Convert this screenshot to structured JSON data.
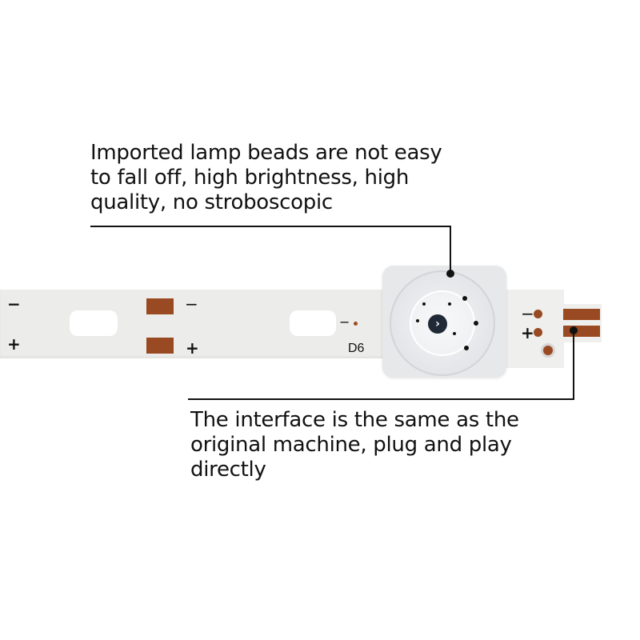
{
  "annotations": {
    "top": {
      "text_lines": [
        "Imported lamp beads are not easy",
        "to fall off, high brightness, high",
        "quality, no stroboscopic"
      ]
    },
    "bottom": {
      "text_lines": [
        "The interface is the same as the",
        "original machine, plug and play",
        "directly"
      ]
    }
  },
  "strip": {
    "markings": {
      "minus": "−",
      "plus": "+",
      "led_label": "D6"
    },
    "lens_icon": "chevron-right-icon",
    "colors": {
      "board": "#ececea",
      "copper_pad": "#9a4a22",
      "lens": "#e6e8ea",
      "leader_line": "#111111"
    }
  }
}
